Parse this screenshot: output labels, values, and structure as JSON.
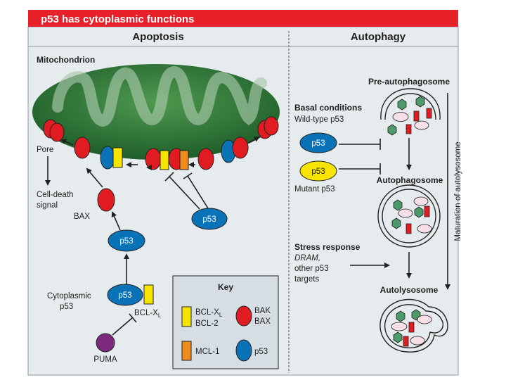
{
  "title": "p53 has cytoplasmic functions",
  "panels": {
    "apoptosis": "Apoptosis",
    "autophagy": "Autophagy"
  },
  "apoptosis": {
    "organelle": "Mitochondrion",
    "pore": "Pore",
    "cell_death_line1": "Cell-death",
    "cell_death_line2": "signal",
    "bax": "BAX",
    "p53": "p53",
    "cytoplasmic_line1": "Cytoplasmic",
    "cytoplasmic_line2": "p53",
    "bclxl": "BCL-X",
    "bclxl_sub": "L",
    "puma": "PUMA"
  },
  "key": {
    "title": "Key",
    "bcl_line1": "BCL-X",
    "bcl_sub": "L",
    "bcl_line2": "BCL-2",
    "bak": "BAK",
    "bax": "BAX",
    "mcl1": "MCL-1",
    "p53": "p53"
  },
  "autophagy": {
    "pre": "Pre-autophagosome",
    "basal_line1": "Basal conditions",
    "basal_line2": "Wild-type p53",
    "p53": "p53",
    "mutant": "Mutant p53",
    "autophagosome": "Autophagosome",
    "stress_line1": "Stress response",
    "stress_line2": "DRAM,",
    "stress_line3": "other p53",
    "stress_line4": "targets",
    "autolysosome": "Autolysosome",
    "maturation": "Maturation of autolysosome"
  },
  "colors": {
    "title_bar": "#e8202a",
    "panel_bg": "#e6ebee",
    "mito_green": "#2f7a3a",
    "red": "#e11b22",
    "blue": "#0a73b8",
    "yellow": "#f7e400",
    "orange": "#f08c1e",
    "puma": "#7b2a7e",
    "hexagon": "#4c9a6a",
    "vesicle_pink": "#f6dfe6"
  }
}
